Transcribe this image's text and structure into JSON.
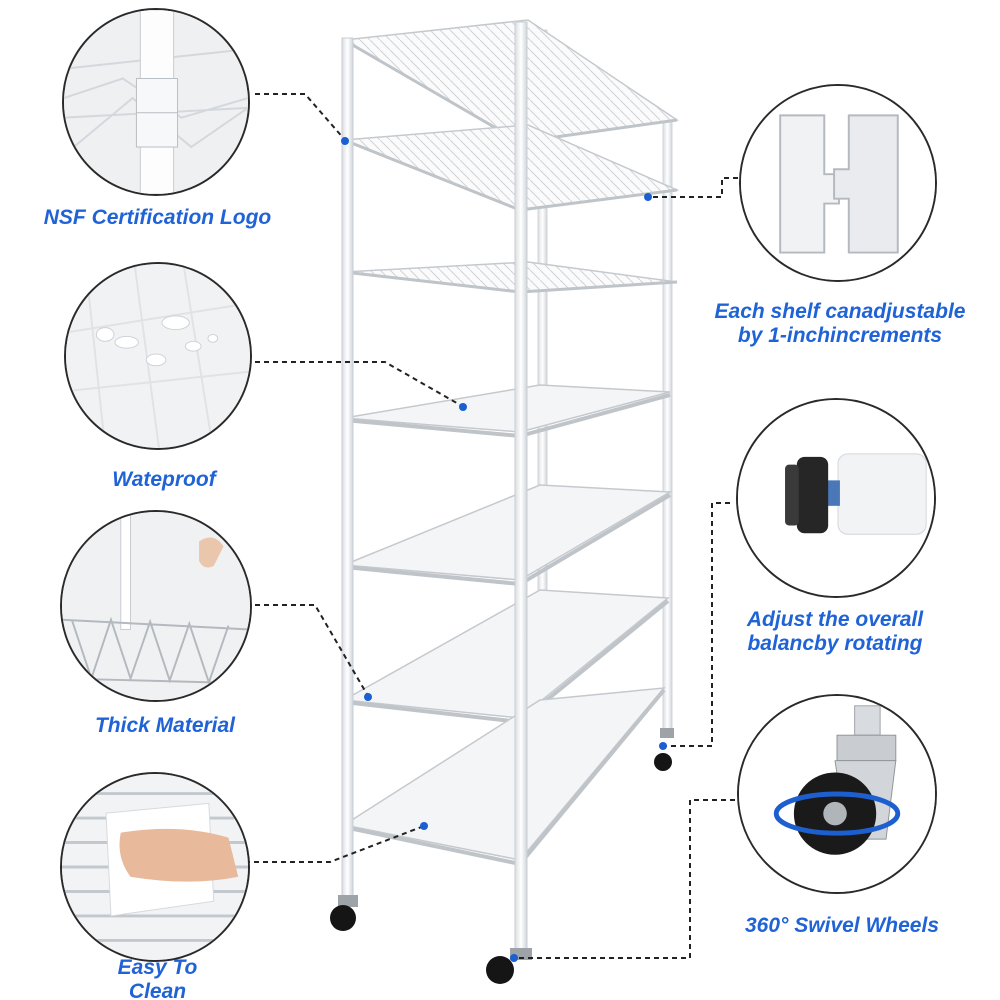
{
  "features": {
    "nsf": {
      "label": "NSF Certification Logo",
      "icon": "pole-joint-icon"
    },
    "waterproof": {
      "label": "Wateproof",
      "icon": "water-droplets-icon"
    },
    "thick": {
      "label": "Thick Material",
      "icon": "wire-shelf-closeup-icon"
    },
    "clean": {
      "label_line1": "Easy To",
      "label_line2": "Clean",
      "icon": "wiping-hand-icon"
    },
    "adjustable": {
      "label_line1": "Each shelf canadjustable",
      "label_line2": "by 1-inchincrements",
      "icon": "split-sleeve-icon"
    },
    "balance": {
      "label_line1": "Adjust the overall",
      "label_line2": "balancby rotating",
      "icon": "leveling-foot-icon"
    },
    "wheels": {
      "label": "360° Swivel Wheels",
      "icon": "caster-wheel-icon"
    }
  },
  "product": {
    "shelf_count": 7,
    "icon": "wire-shelving-rack-icon"
  },
  "colors": {
    "caption": "#1f63d6",
    "dot": "#1b5fd0",
    "leader": "#222222"
  }
}
